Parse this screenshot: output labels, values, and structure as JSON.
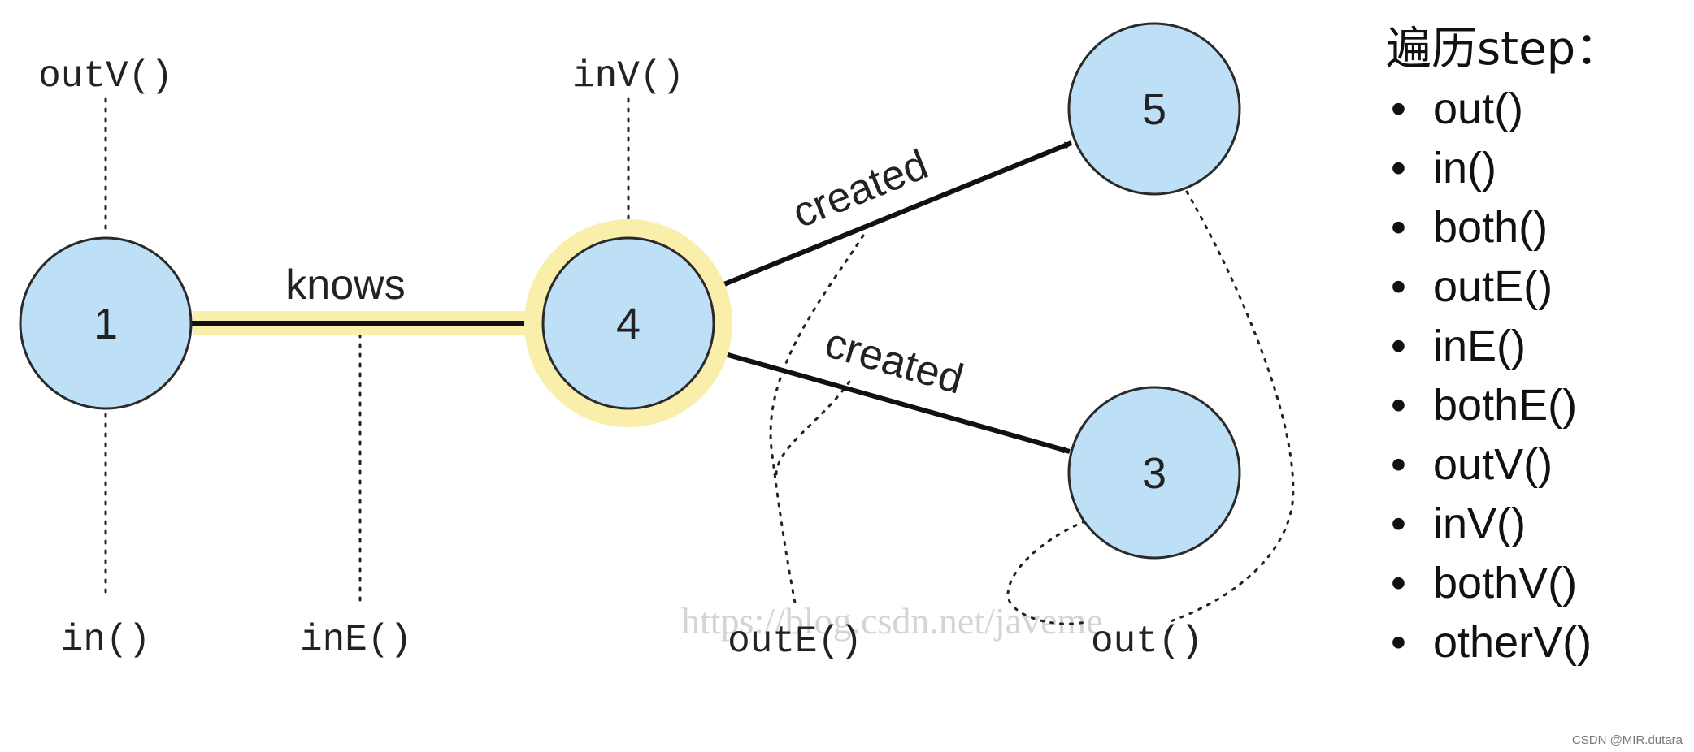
{
  "diagram": {
    "nodes": [
      {
        "id": "1",
        "label": "1",
        "highlighted": false
      },
      {
        "id": "4",
        "label": "4",
        "highlighted": true
      },
      {
        "id": "5",
        "label": "5",
        "highlighted": false
      },
      {
        "id": "3",
        "label": "3",
        "highlighted": false
      }
    ],
    "edges": [
      {
        "from": "1",
        "to": "4",
        "label": "knows",
        "highlighted": true
      },
      {
        "from": "4",
        "to": "5",
        "label": "created"
      },
      {
        "from": "4",
        "to": "3",
        "label": "created"
      }
    ],
    "step_labels": {
      "out_v": "outV()",
      "in_v": "inV()",
      "in": "in()",
      "in_e": "inE()",
      "out_e": "outE()",
      "out": "out()"
    },
    "colors": {
      "node_fill": "#bde0f7",
      "node_stroke": "#2a2a2a",
      "highlight": "#f9eeaa",
      "edge": "#111111"
    }
  },
  "legend": {
    "title": "遍历step：",
    "items": [
      "out()",
      "in()",
      "both()",
      "outE()",
      "inE()",
      "bothE()",
      "outV()",
      "inV()",
      "bothV()",
      "otherV()"
    ]
  },
  "watermark": "https://blog.csdn.net/javeme",
  "credit": "CSDN @MIR.dutara"
}
